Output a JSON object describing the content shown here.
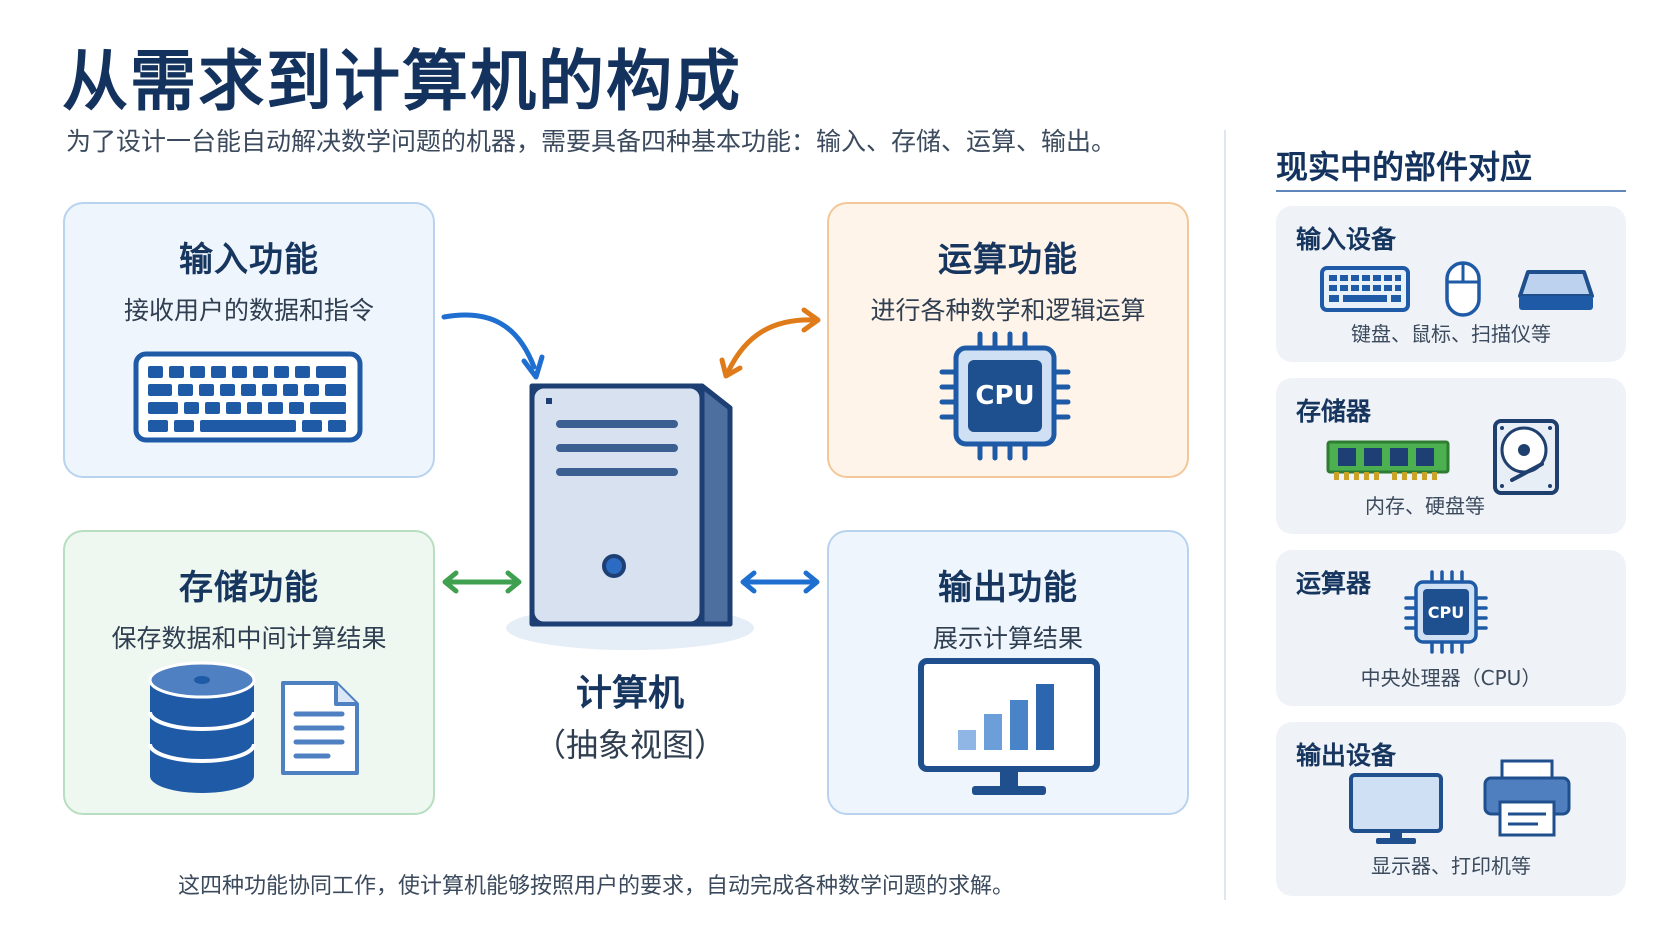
{
  "title": "从需求到计算机的构成",
  "subtitle": "为了设计一台能自动解决数学问题的机器，需要具备四种基本功能：输入、存储、运算、输出。",
  "functions": {
    "input": {
      "title": "输入功能",
      "desc": "接收用户的数据和指令"
    },
    "compute": {
      "title": "运算功能",
      "desc": "进行各种数学和逻辑运算",
      "chip_label": "CPU"
    },
    "storage": {
      "title": "存储功能",
      "desc": "保存数据和中间计算结果"
    },
    "output": {
      "title": "输出功能",
      "desc": "展示计算结果"
    }
  },
  "center": {
    "name": "计算机",
    "subtitle": "（抽象视图）"
  },
  "footer": "这四种功能协同工作，使计算机能够按照用户的要求，自动完成各种数学问题的求解。",
  "sidebar": {
    "title": "现实中的部件对应",
    "cards": [
      {
        "title": "输入设备",
        "desc": "键盘、鼠标、扫描仪等"
      },
      {
        "title": "存储器",
        "desc": "内存、硬盘等"
      },
      {
        "title": "运算器",
        "desc": "中央处理器（CPU）",
        "chip_label": "CPU"
      },
      {
        "title": "输出设备",
        "desc": "显示器、打印机等"
      }
    ]
  },
  "colors": {
    "primary": "#1f5aa6",
    "navy": "#13335e",
    "arrow_input": "#1f6fd1",
    "arrow_compute": "#e07b1a",
    "arrow_storage": "#3fa04f",
    "arrow_output": "#1f6fd1"
  }
}
